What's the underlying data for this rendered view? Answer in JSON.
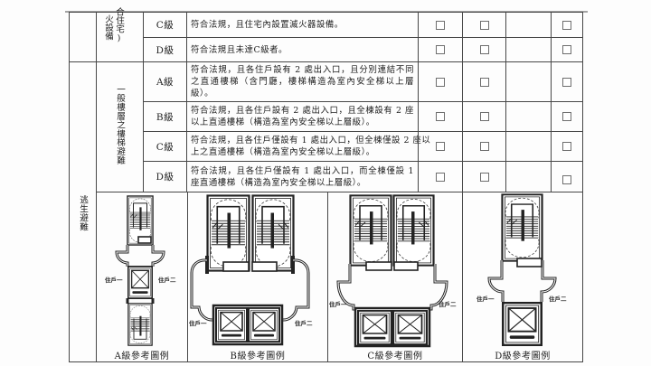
{
  "fire_section": {
    "label_columns": [
      "火設備",
      "合住宅)"
    ],
    "rows": [
      {
        "level": "C級",
        "description_lines": [
          "符合法規，且住宅內設置滅火器設備。"
        ],
        "checkboxes": [
          false,
          false,
          false
        ]
      },
      {
        "level": "D級",
        "description_lines": [
          "符合法規且未達C級者。"
        ],
        "checkboxes": [
          false,
          false,
          false
        ]
      }
    ]
  },
  "stair_section": {
    "label": "一般樓層之樓梯避難",
    "rows": [
      {
        "level": "A級",
        "description_lines": [
          "符合法規，且各住戶設有 2 處出入口，且分別連結不同",
          "之直通樓梯（含門廳，樓梯構造為室內安全梯以上層",
          "級）。"
        ],
        "checkboxes": [
          false,
          false,
          false
        ]
      },
      {
        "level": "B級",
        "description_lines": [
          "符合法規，且各住戶設有 2 處出入口，且全棟設有 2 座",
          "以上直通樓梯（構造為室內安全梯以上層級）。"
        ],
        "checkboxes": [
          false,
          false,
          false
        ]
      },
      {
        "level": "C級",
        "description_lines": [
          "符合法規，且各住戶僅設有 1 處出入口，但全棟僅設 2 座以",
          "上之直通樓梯（構造為室內安全梯以上層級）。"
        ],
        "checkboxes": [
          false,
          false,
          false
        ]
      },
      {
        "level": "D級",
        "description_lines": [
          "符合法規，且各住戶僅設有 1 處出入口，而全棟僅設 1",
          "座直通樓梯（構造為室內安全梯以上層級）。"
        ],
        "checkboxes": [
          false,
          false,
          false
        ]
      }
    ]
  },
  "escape_section": {
    "label": "逃生避難",
    "diagrams": [
      {
        "caption": "A級參考圖例",
        "unit_left": "住戶一",
        "unit_right": "住戶二"
      },
      {
        "caption": "B級參考圖例",
        "unit_left": "住戶一",
        "unit_right": "住戶二"
      },
      {
        "caption": "C級參考圖例",
        "unit_left": "住戶一",
        "unit_right": "住戶二"
      },
      {
        "caption": "D級參考圖例",
        "unit_left": "住戶一",
        "unit_right": "住戶二"
      }
    ]
  }
}
